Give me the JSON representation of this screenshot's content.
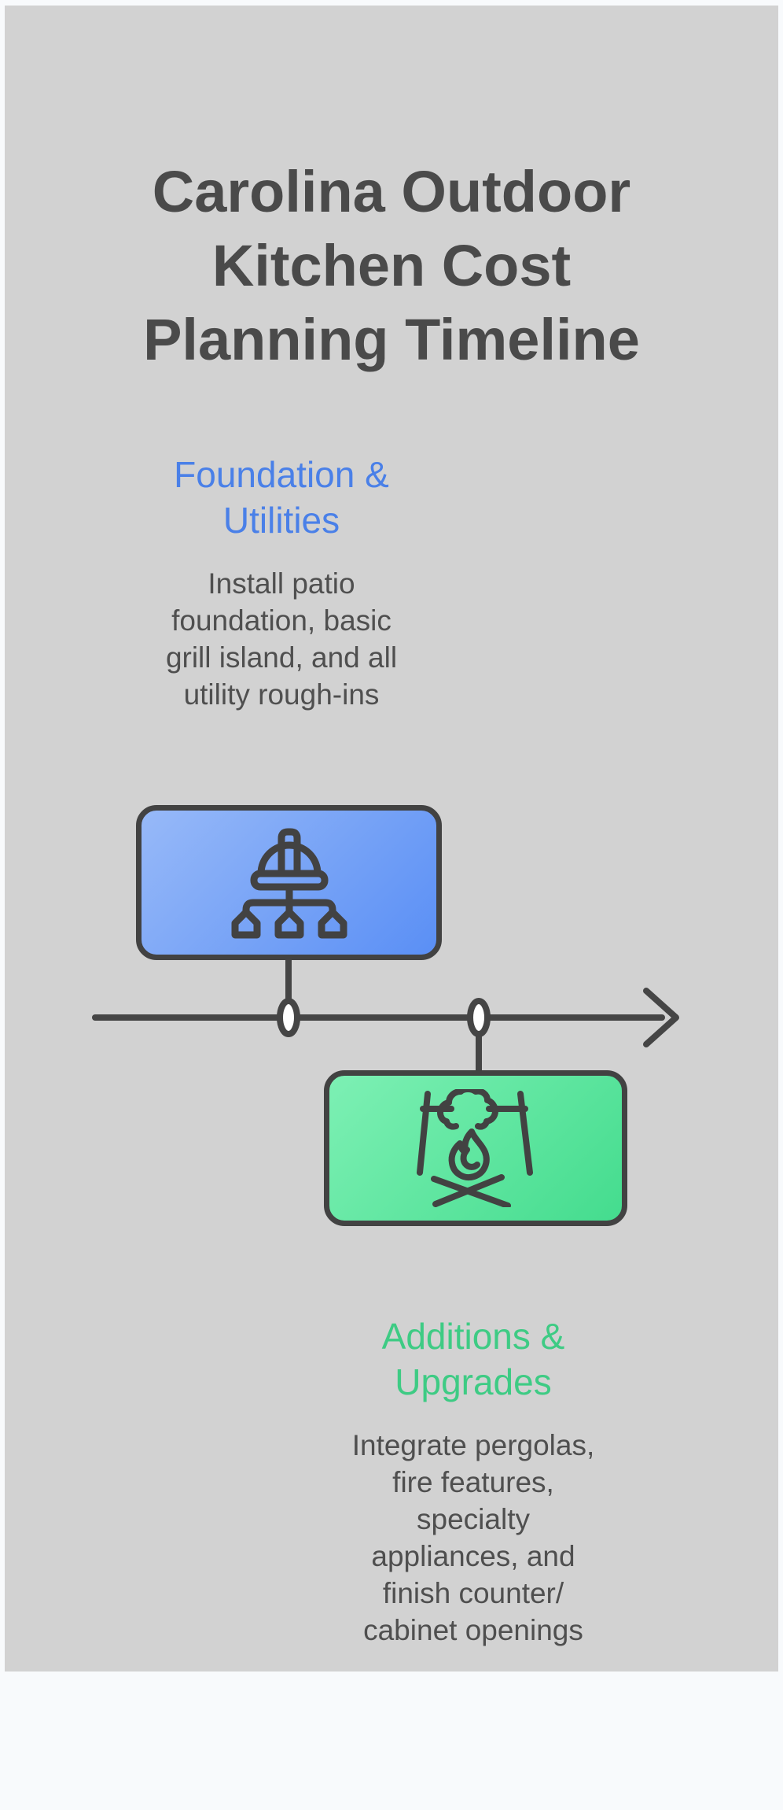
{
  "page": {
    "background_color": "#f8fafc",
    "canvas_color": "#d2d2d2"
  },
  "title": {
    "text": "Carolina Outdoor\nKitchen Cost\nPlanning Timeline",
    "color": "#4a4a4a"
  },
  "timeline": {
    "direction": "left-to-right-arrow",
    "line_color": "#454545",
    "node_fill": "#ffffff",
    "node_count": 2
  },
  "milestones": [
    {
      "heading": "Foundation &\nUtilities",
      "heading_color": "#4a80e8",
      "body": "Install patio\nfoundation, basic\ngrill island, and all\nutility rough-ins",
      "icon": "hard-hat-distribution-icon",
      "card_gradient": [
        "#97b9f8",
        "#5a8ff5"
      ],
      "card_border_color": "#424242"
    },
    {
      "heading": "Additions &\nUpgrades",
      "heading_color": "#3ecb84",
      "body": "Integrate pergolas,\nfire features,\nspecialty\nappliances, and\nfinish counter/\ncabinet openings",
      "icon": "campfire-icon",
      "card_gradient": [
        "#7df0b4",
        "#44dc8e"
      ],
      "card_border_color": "#424242"
    }
  ]
}
